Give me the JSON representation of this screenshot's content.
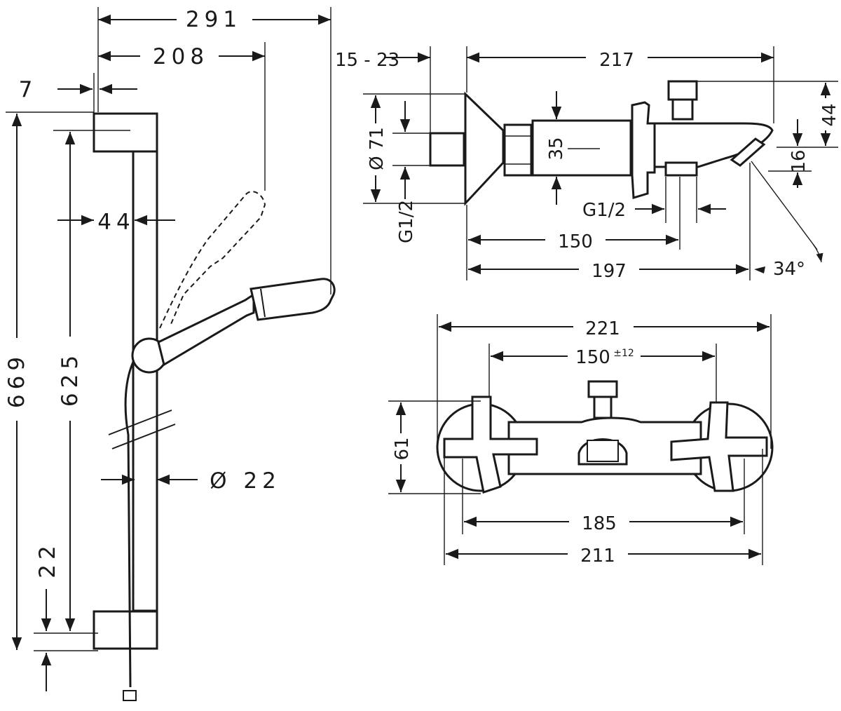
{
  "left_view": {
    "dim_overall_width": "291",
    "dim_handshower_reach": "208",
    "dim_wall_gap": "7",
    "dim_rail_offset": "44",
    "dim_total_height": "669",
    "dim_rail_length": "625",
    "dim_rail_diameter": "Ø 22",
    "dim_bottom_offset": "22"
  },
  "side_view": {
    "dim_eccentric": "15 - 23",
    "dim_projection": "217",
    "dim_rosette": "Ø 71",
    "dim_thread_left": "G1/2",
    "dim_body": "35",
    "dim_thread_bottom": "G1/2",
    "dim_diverter_height": "44",
    "dim_spout_height": "16",
    "dim_spout_reach": "150",
    "dim_spout_total": "197",
    "dim_spout_angle": "34°"
  },
  "front_view": {
    "dim_overall": "221",
    "dim_centers": "150",
    "dim_centers_tol": "±12",
    "dim_height": "61",
    "dim_body": "185",
    "dim_rosettes": "211"
  }
}
